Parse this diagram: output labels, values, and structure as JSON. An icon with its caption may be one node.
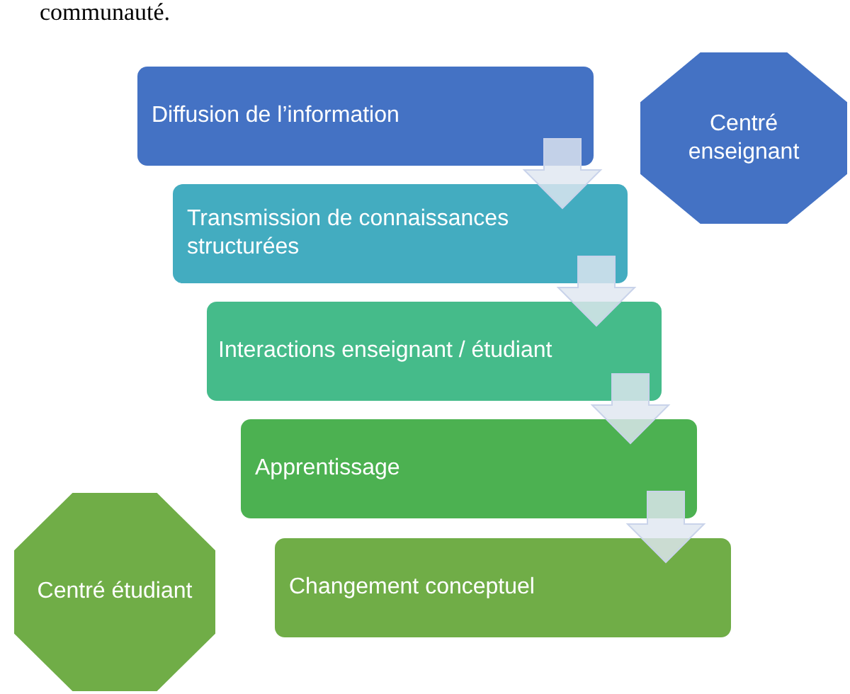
{
  "diagram": {
    "nodes": [
      {
        "text": [
          "Diffusion de l’information"
        ]
      },
      {
        "text": [
          "Transmission de connaissances structurées"
        ]
      },
      {
        "text": [
          "Interactions enseignant / étudiant"
        ]
      },
      {
        "text": [
          "Apprentissage"
        ]
      },
      {
        "text": [
          "Changement conceptuel"
        ]
      },
      {
        "text": [
          "Centré enseignant"
        ]
      },
      {
        "text": [
          "Centré étudiant"
        ]
      }
    ],
    "edges": [
      {
        "from": 0,
        "to": 1,
        "arrow": "to"
      },
      {
        "from": 1,
        "to": 2,
        "arrow": "to"
      },
      {
        "from": 2,
        "to": 3,
        "arrow": "to"
      },
      {
        "from": 3,
        "to": 4,
        "arrow": "to"
      }
    ],
    "labels": [
      "communauté."
    ]
  }
}
